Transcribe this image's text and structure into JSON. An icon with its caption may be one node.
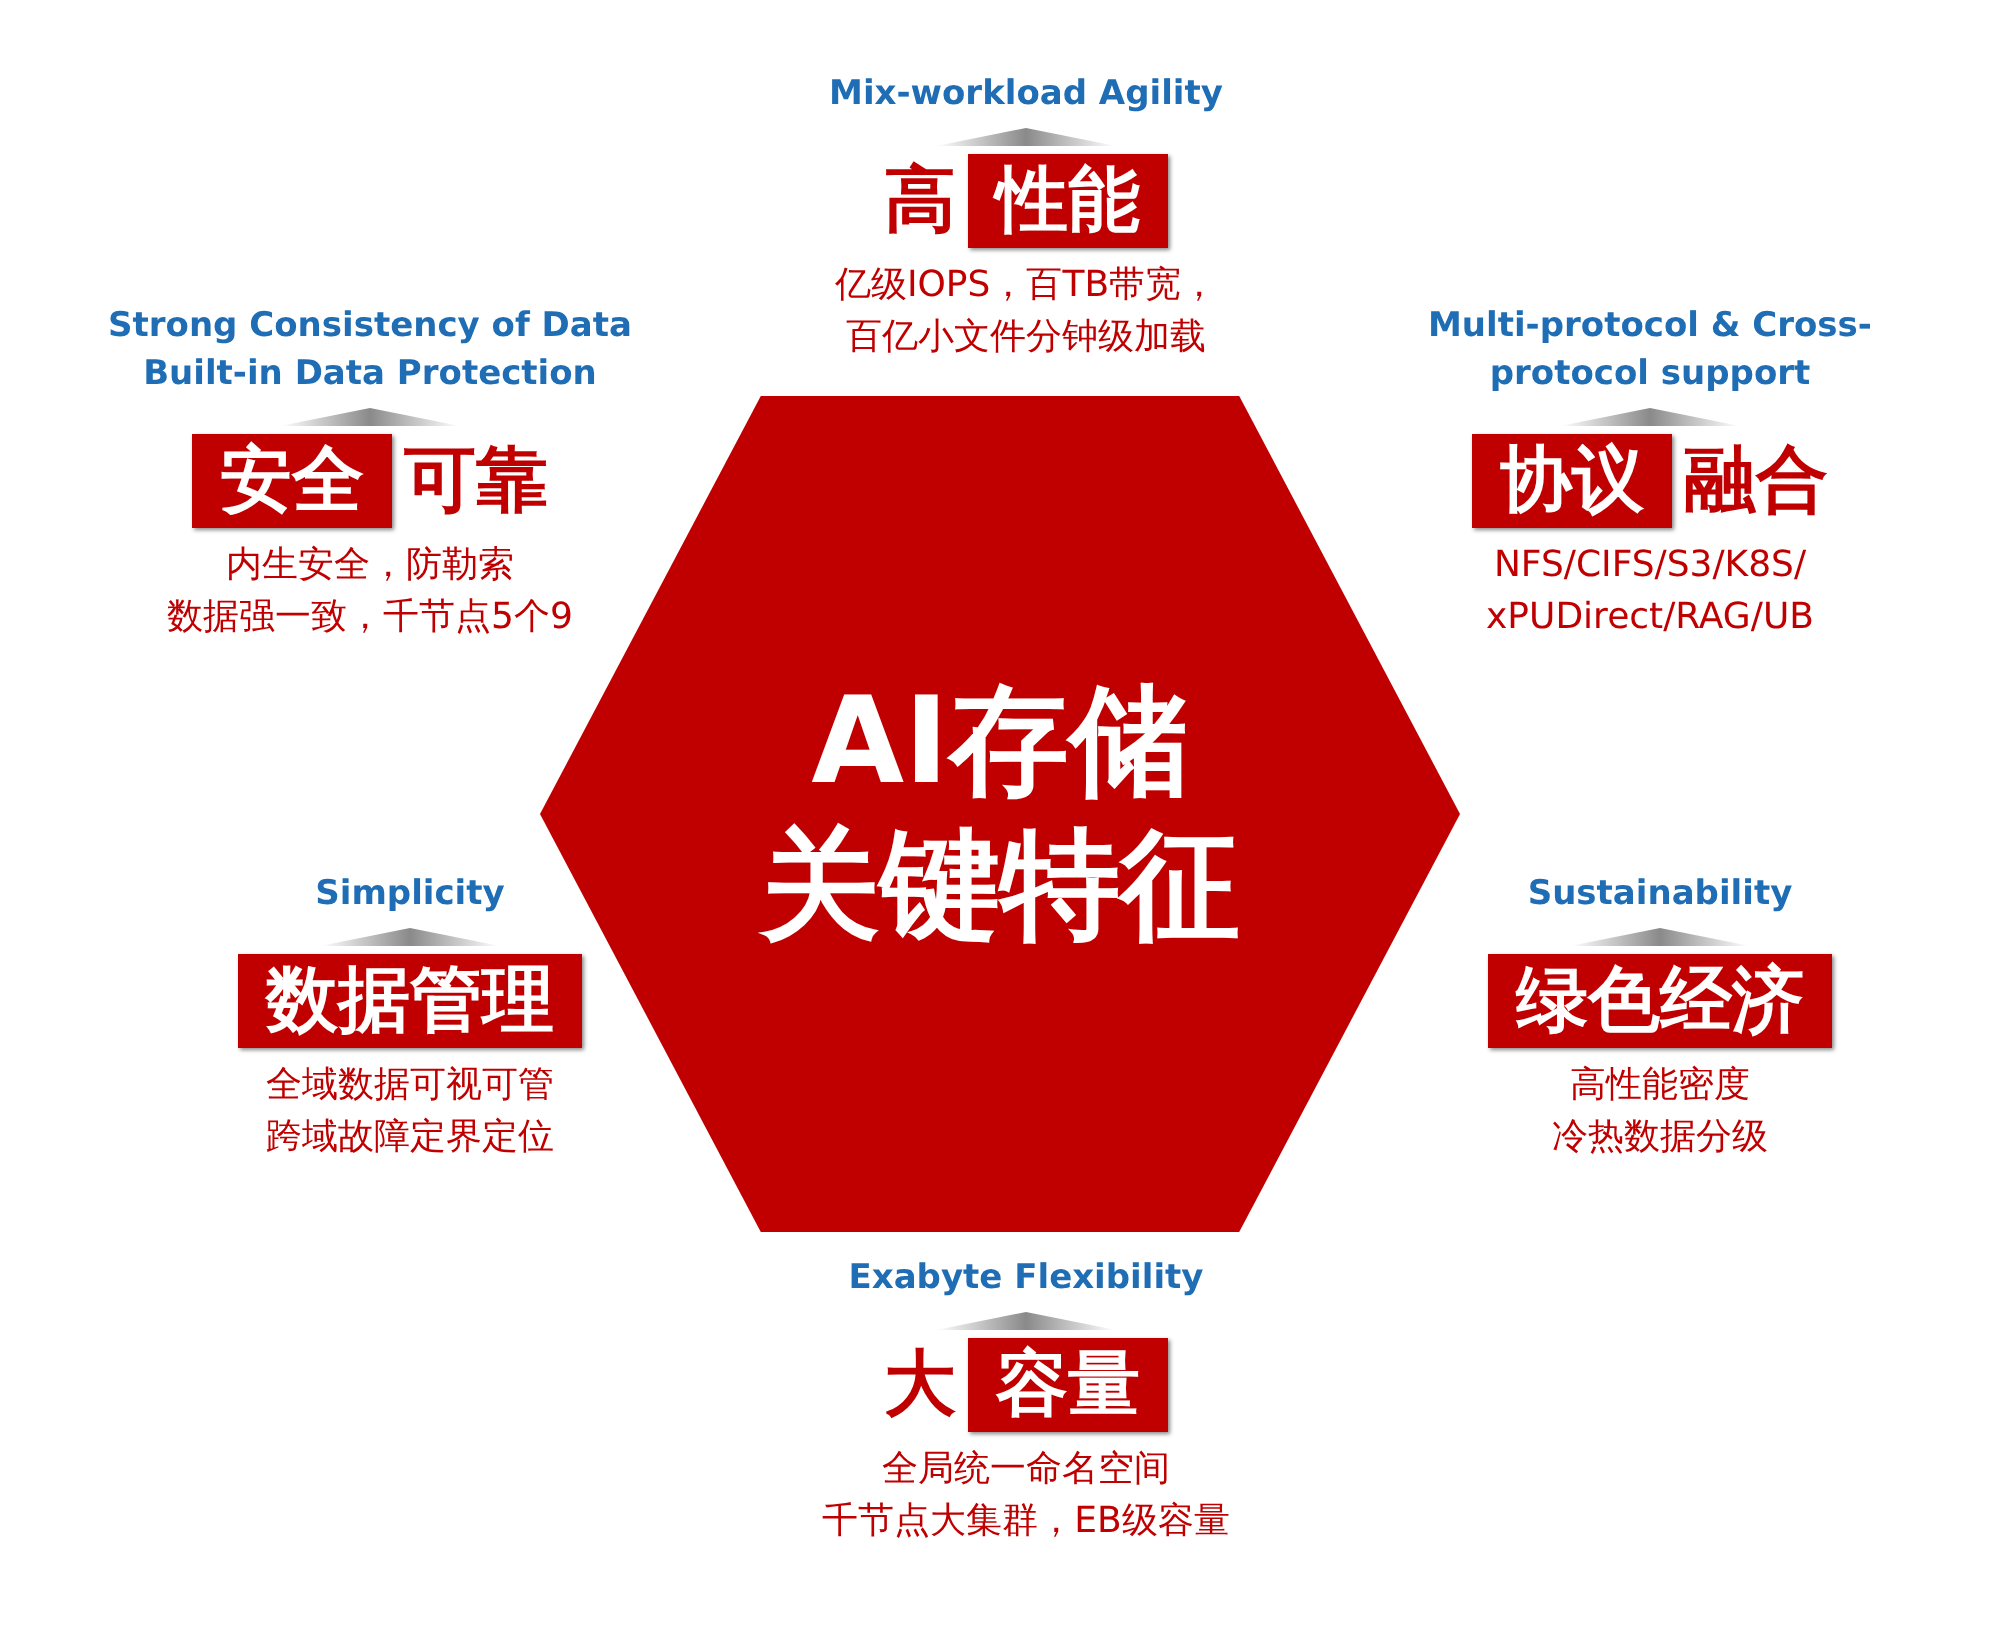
{
  "diagram": {
    "nodes": [
      {
        "text": [
          "AI存储关键特征"
        ]
      },
      {
        "text": [
          "性能"
        ],
        "beside": [
          "高",
          "亿级IOPS，百TB带宽，百亿小文件分钟级加载"
        ]
      },
      {
        "text": [
          "安全"
        ],
        "beside": [
          "可靠",
          "内生安全，防勒索数据强一致，千节点5个9"
        ]
      },
      {
        "text": [
          "协议"
        ],
        "beside": [
          "融合",
          "NFS/CIFS/S3/K8S/xPUDirect/RAG/UB"
        ]
      },
      {
        "text": [
          "数据管理"
        ],
        "beside": [
          "全域数据可视可管跨域故障定界定位"
        ]
      },
      {
        "text": [
          "绿色经济"
        ],
        "beside": [
          "高性能密度冷热数据分级"
        ]
      },
      {
        "text": [
          "容量"
        ],
        "beside": [
          "大",
          "全局统一命名空间千节点大集群，EB级容量"
        ]
      }
    ],
    "labels": [
      "Mix-workload Agility",
      "Strong Consistency of Data Built-in Data Protection",
      "Multi-protocol & Cross-protocol support",
      "Simplicity",
      "Sustainability",
      "Exabyte Flexibility"
    ]
  }
}
